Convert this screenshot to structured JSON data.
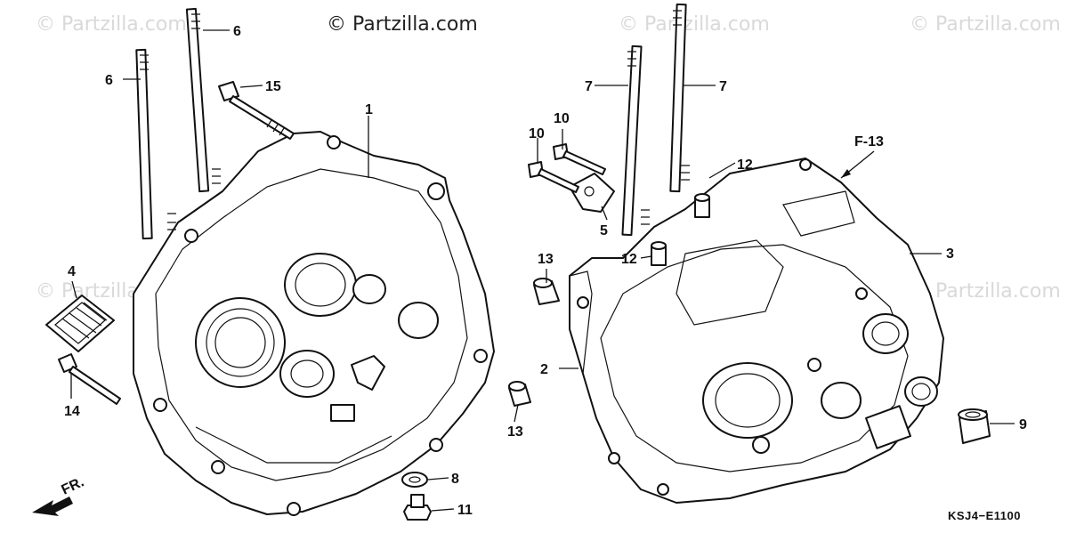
{
  "copyright": "© Partzilla.com",
  "watermark": "© Partzilla.com",
  "diagram_code": "KSJ4−E1100",
  "ref_label": "F-13",
  "direction_label": "FR.",
  "callouts": [
    "1",
    "2",
    "3",
    "4",
    "5",
    "6",
    "6",
    "7",
    "7",
    "8",
    "9",
    "10",
    "10",
    "11",
    "12",
    "12",
    "13",
    "13",
    "14",
    "15"
  ]
}
